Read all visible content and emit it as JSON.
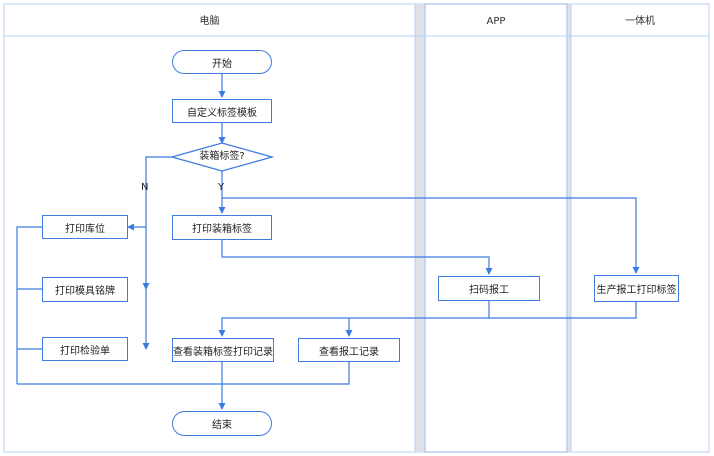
{
  "lanes": {
    "pc": "电脑",
    "app": "APP",
    "aio": "一体机"
  },
  "nodes": {
    "start": "开始",
    "custom_template": "自定义标签模板",
    "box_label_decision": "装箱标签?",
    "print_location": "打印库位",
    "print_mold_plate": "打印模具铭牌",
    "print_inspection_sheet": "打印检验单",
    "print_box_label": "打印装箱标签",
    "scan_report": "扫码报工",
    "production_report_print": "生产报工打印标签",
    "view_box_label_records": "查看装箱标签打印记录",
    "view_report_records": "查看报工记录",
    "end": "结束"
  },
  "edge_labels": {
    "no": "N",
    "yes": "Y"
  },
  "colors": {
    "line": "#3d7be0",
    "lane_border": "#b9cff2",
    "lane_highlight": "#dfe3e8",
    "text": "#222222"
  }
}
